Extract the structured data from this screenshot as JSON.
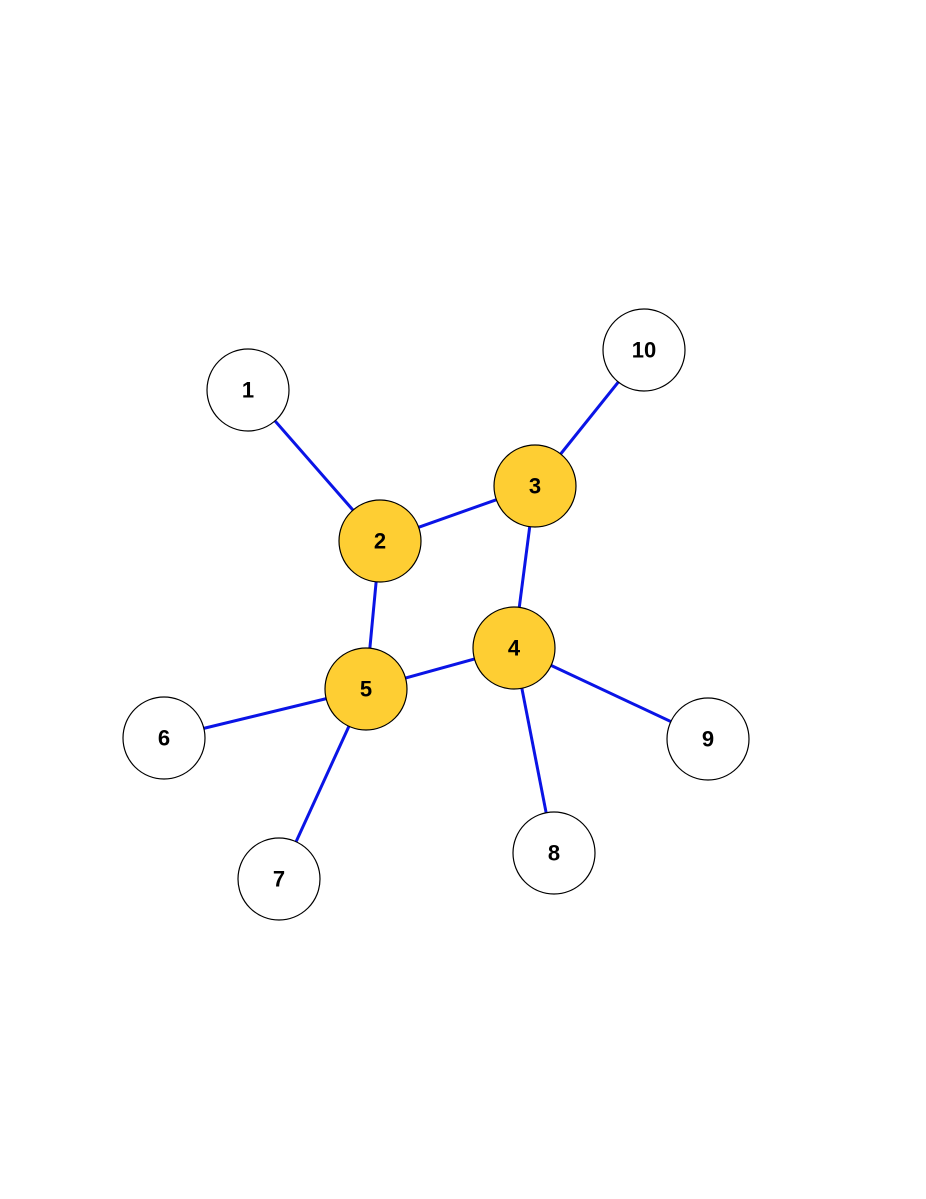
{
  "graph": {
    "colors": {
      "edge": "#0a14e6",
      "highlighted_fill": "#fece33",
      "plain_fill": "#ffffff",
      "outline": "#000000"
    },
    "nodes": [
      {
        "id": "1",
        "label": "1",
        "highlighted": false
      },
      {
        "id": "2",
        "label": "2",
        "highlighted": true
      },
      {
        "id": "3",
        "label": "3",
        "highlighted": true
      },
      {
        "id": "4",
        "label": "4",
        "highlighted": true
      },
      {
        "id": "5",
        "label": "5",
        "highlighted": true
      },
      {
        "id": "6",
        "label": "6",
        "highlighted": false
      },
      {
        "id": "7",
        "label": "7",
        "highlighted": false
      },
      {
        "id": "8",
        "label": "8",
        "highlighted": false
      },
      {
        "id": "9",
        "label": "9",
        "highlighted": false
      },
      {
        "id": "10",
        "label": "10",
        "highlighted": false
      }
    ],
    "edges": [
      {
        "source": "1",
        "target": "2"
      },
      {
        "source": "2",
        "target": "3"
      },
      {
        "source": "2",
        "target": "5"
      },
      {
        "source": "3",
        "target": "10"
      },
      {
        "source": "3",
        "target": "4"
      },
      {
        "source": "4",
        "target": "5"
      },
      {
        "source": "4",
        "target": "8"
      },
      {
        "source": "4",
        "target": "9"
      },
      {
        "source": "5",
        "target": "6"
      },
      {
        "source": "5",
        "target": "7"
      }
    ]
  }
}
